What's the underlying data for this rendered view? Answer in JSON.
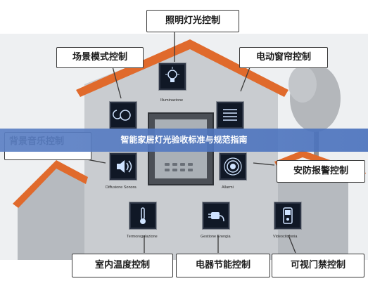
{
  "banner": {
    "title": "智能家居灯光验收标准与规范指南"
  },
  "callouts": {
    "lighting": "照明灯光控制",
    "scene": "场景模式控制",
    "curtain": "电动窗帘控制",
    "music": "背景音乐控制",
    "security": "安防报警控制",
    "temperature": "室内温度控制",
    "appliance": "电器节能控制",
    "intercom": "可视门禁控制"
  },
  "tiles": {
    "illumination": {
      "caption": "Illuminazione",
      "icon": "lightbulb-icon"
    },
    "scene": {
      "caption": "",
      "icon": "sun-moon-icon"
    },
    "curtain": {
      "caption": "",
      "icon": "blinds-icon"
    },
    "audio": {
      "caption": "Diffusione Sonora",
      "icon": "speaker-icon"
    },
    "alarm": {
      "caption": "Allarmi",
      "icon": "alarm-icon"
    },
    "temperature": {
      "caption": "Termoregolazione",
      "icon": "thermometer-icon"
    },
    "energy": {
      "caption": "Gestione Energia",
      "icon": "plug-icon"
    },
    "video": {
      "caption": "Videocitofonia",
      "icon": "intercom-icon"
    }
  },
  "colors": {
    "roof": "#e06a2c",
    "wall": "#c9ccd0",
    "wall_shade": "#b6babf",
    "banner": "#5b80c4",
    "tile": "#101826",
    "tile_glyph": "#cfe3ff",
    "tree": "#b4b7bb"
  }
}
